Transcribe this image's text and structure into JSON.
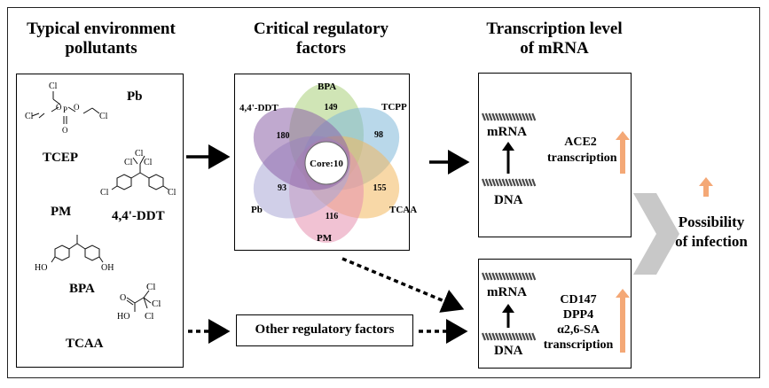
{
  "headers": {
    "pollutants_line1": "Typical environment",
    "pollutants_line2": "pollutants",
    "factors_line1": "Critical regulatory",
    "factors_line2": "factors",
    "transcription_line1": "Transcription level",
    "transcription_line2": "of mRNA"
  },
  "pollutants": {
    "pb": "Pb",
    "tcep": "TCEP",
    "pm": "PM",
    "ddt": "4,4'-DDT",
    "bpa": "BPA",
    "tcaa": "TCAA"
  },
  "chem_labels": {
    "cl": "Cl",
    "o": "O",
    "p": "P",
    "ho": "HO",
    "oh": "OH"
  },
  "venn": {
    "core_label": "Core:10",
    "petals": [
      {
        "name": "BPA",
        "count": "149",
        "color": "#a9cf7a"
      },
      {
        "name": "TCPP",
        "count": "98",
        "color": "#7fb8d9"
      },
      {
        "name": "TCAA",
        "count": "155",
        "color": "#f3b85f"
      },
      {
        "name": "PM",
        "count": "116",
        "color": "#e58fae"
      },
      {
        "name": "Pb",
        "count": "93",
        "color": "#a9a8d6"
      },
      {
        "name": "4,4'-DDT",
        "count": "180",
        "color": "#8c63a8"
      }
    ]
  },
  "other_factors": "Other regulatory factors",
  "ace2_box": {
    "mrna": "mRNA",
    "dna": "DNA",
    "line1": "ACE2",
    "line2": "transcription"
  },
  "cd147_box": {
    "mrna": "mRNA",
    "dna": "DNA",
    "line1": "CD147",
    "line2": "DPP4",
    "line3": "α2,6-SA",
    "line4": "transcription"
  },
  "outcome": {
    "line1": "Possibility",
    "line2": "of infection"
  },
  "colors": {
    "up_arrow": "#f4a876",
    "chevron": "#c8c8c8",
    "helix": "#4a4a4a"
  }
}
